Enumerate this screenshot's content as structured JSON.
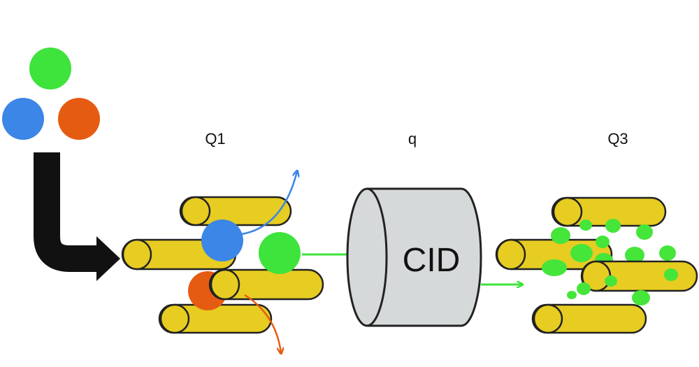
{
  "labels": {
    "q1": "Q1",
    "collision_cell": "q",
    "q3": "Q3",
    "cid": "CID"
  },
  "colors": {
    "ion_green": "#3ee33b",
    "ion_blue": "#3b86e6",
    "ion_orange": "#e65b12",
    "rod_fill": "#e7cc22",
    "rod_stroke": "#222222",
    "cell_fill": "#d6d9da",
    "arrow_black": "#111111",
    "fragment_green": "#45e53a"
  },
  "icons": {
    "ion_mixture": "three-colored-circles",
    "entry_arrow": "bent-thick-arrow",
    "quadrupole": "yellow-rod-cylinders",
    "collision_cell": "grey-cylinder"
  }
}
